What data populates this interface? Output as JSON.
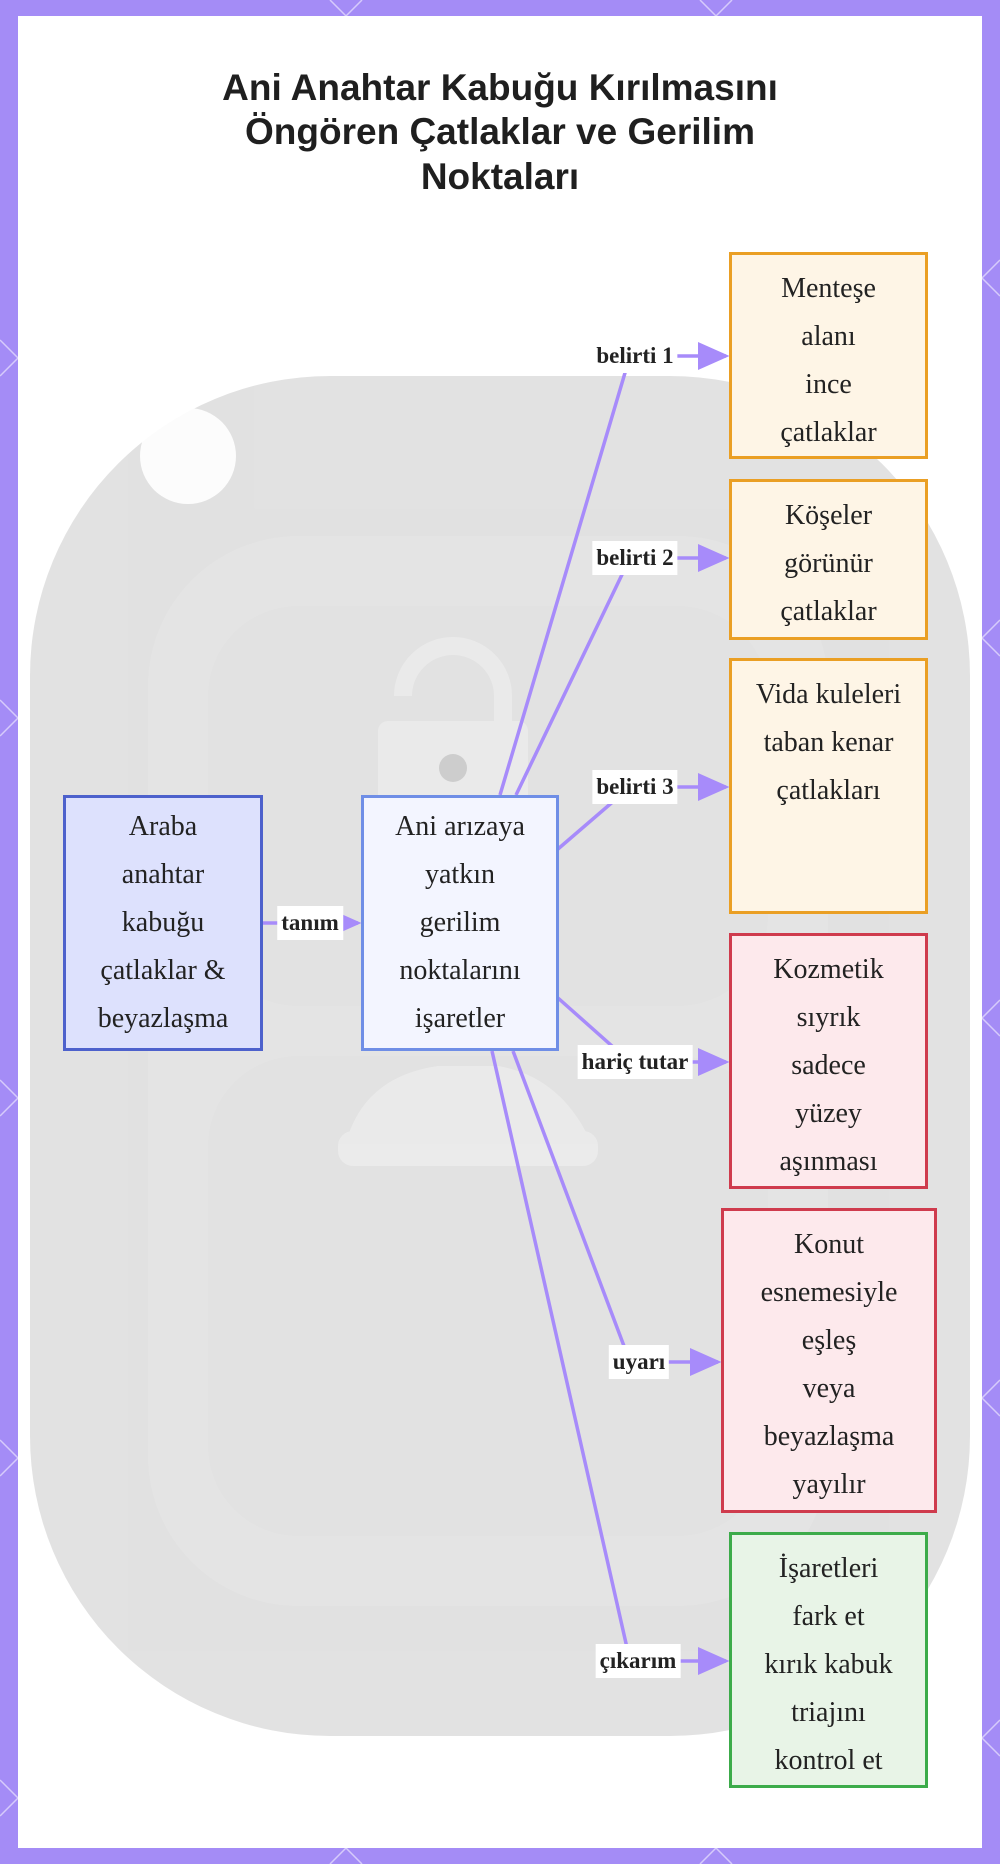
{
  "title_lines": [
    "Ani Anahtar Kabuğu Kırılmasını",
    "Öngören Çatlaklar ve Gerilim",
    "Noktaları"
  ],
  "colors": {
    "frame": "#a48cf6",
    "edge": "#a78bfa",
    "blue_fill": "#dde1fd",
    "blue_border": "#4d61cc",
    "lightblue_fill": "#f3f5ff",
    "lightblue_border": "#6f8ee6",
    "orange_fill": "#fef5e6",
    "orange_border": "#ea9f24",
    "red_fill": "#fde9ec",
    "red_border": "#cf3b4d",
    "green_fill": "#e8f4e7",
    "green_border": "#3cab4a"
  },
  "nodes": {
    "source": {
      "lines": [
        "Araba",
        "anahtar",
        "kabuğu",
        "çatlaklar &",
        "beyazlaşma"
      ]
    },
    "center": {
      "lines": [
        "Ani arızaya",
        "yatkın",
        "gerilim",
        "noktalarını",
        "işaretler"
      ]
    },
    "symptom1": {
      "lines": [
        "Menteşe",
        "alanı",
        "ince",
        "çatlaklar"
      ]
    },
    "symptom2": {
      "lines": [
        "Köşeler",
        "görünür",
        "çatlaklar"
      ]
    },
    "symptom3": {
      "lines": [
        "Vida kuleleri",
        "taban kenar",
        "çatlakları"
      ]
    },
    "excludes": {
      "lines": [
        "Kozmetik",
        "sıyrık",
        "sadece",
        "yüzey",
        "aşınması"
      ]
    },
    "warning": {
      "lines": [
        "Konut",
        "esnemesiyle",
        "eşleş",
        "veya",
        "beyazlaşma",
        "yayılır"
      ]
    },
    "conclusion": {
      "lines": [
        "İşaretleri",
        "fark et",
        "kırık kabuk",
        "triajını",
        "kontrol et"
      ]
    }
  },
  "edge_labels": {
    "definition": "tanım",
    "symptom1": "belirti 1",
    "symptom2": "belirti 2",
    "symptom3": "belirti 3",
    "excludes": "hariç tutar",
    "warning": "uyarı",
    "conclusion": "çıkarım"
  },
  "icons": {
    "background": "car-key-remote-icon",
    "lock": "lock-icon",
    "car": "car-icon"
  }
}
